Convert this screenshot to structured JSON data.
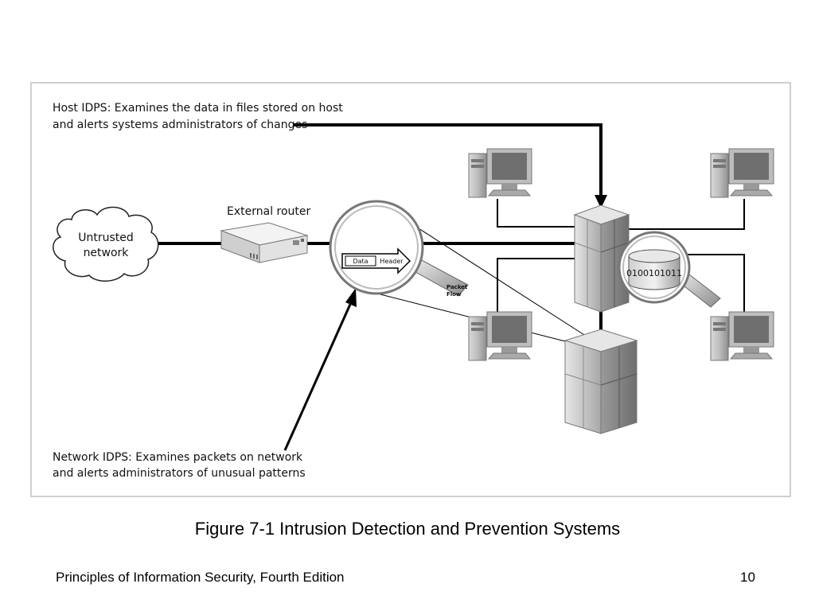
{
  "diagram": {
    "host_idps_line1": "Host IDPS: Examines the data in files stored on host",
    "host_idps_line2": "and alerts systems administrators of changes",
    "network_idps_line1": "Network IDPS: Examines packets on network",
    "network_idps_line2": "and alerts administrators of unusual patterns",
    "untrusted_line1": "Untrusted",
    "untrusted_line2": "network",
    "router_label": "External router",
    "packet_data": "Data",
    "packet_header": "Header",
    "packet_flow_line1": "Packet",
    "packet_flow_line2": "Flow",
    "binary_data": "0100101011"
  },
  "caption": "Figure 7-1 Intrusion Detection and Prevention Systems",
  "footer": {
    "book": "Principles of Information Security, Fourth Edition",
    "page": "10"
  }
}
